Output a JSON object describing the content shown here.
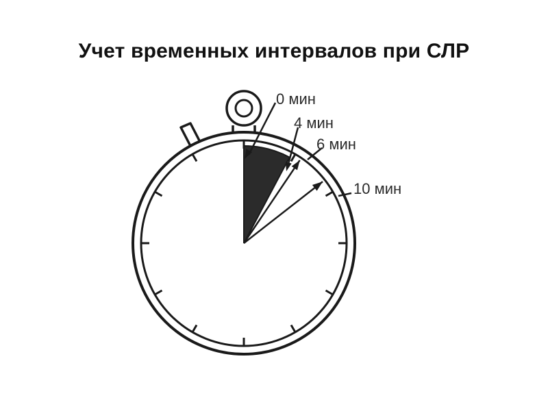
{
  "title": "Учет временных интервалов при СЛР",
  "stopwatch": {
    "labels": [
      {
        "id": "label-0min",
        "text": "0 мин"
      },
      {
        "id": "label-4min",
        "text": "4 мин"
      },
      {
        "id": "label-6min",
        "text": "6 мин"
      },
      {
        "id": "label-10min",
        "text": "10 мин"
      }
    ],
    "shaded_sector_minutes": [
      0,
      4
    ],
    "colors": {
      "ink": "#1a1a1a",
      "sector_fill": "#2b2b2b",
      "background": "#ffffff"
    }
  }
}
